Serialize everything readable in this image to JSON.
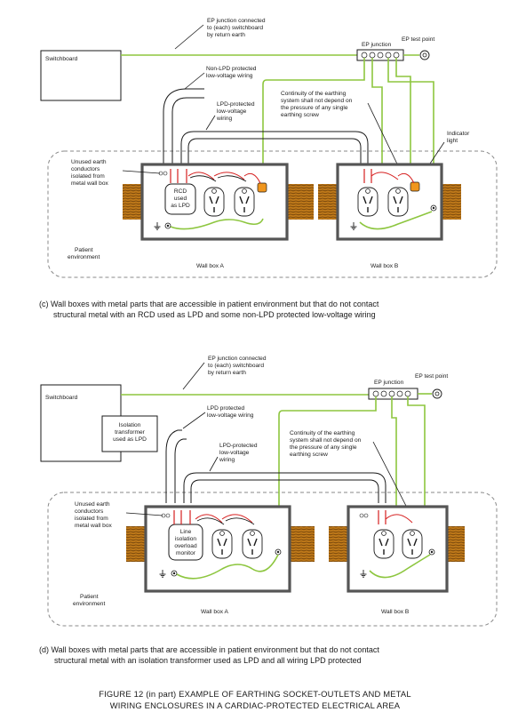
{
  "panel_c": {
    "switchboard": "Switchboard",
    "ep_connected": [
      "EP junction connected",
      "to (each) switchboard",
      "by return earth"
    ],
    "ep_junction": "EP junction",
    "ep_test_point": "EP test point",
    "non_lpd": [
      "Non-LPD protected",
      "low-voltage wiring"
    ],
    "lpd": [
      "LPD-protected",
      "low-voltage",
      "wiring"
    ],
    "continuity": [
      "Continuity of the earthing",
      "system shall not depend on",
      "the pressure of any single",
      "earthing screw"
    ],
    "indicator": [
      "Indicator",
      "light"
    ],
    "unused": [
      "Unused earth",
      "conductors",
      "isolated from",
      "metal wall box"
    ],
    "device": [
      "RCD",
      "used",
      "as LPD"
    ],
    "patient": [
      "Patient",
      "environment"
    ],
    "wallbox_a": "Wall box A",
    "wallbox_b": "Wall box B",
    "caption": [
      "(c)  Wall boxes with metal parts that are accessible in patient environment but that do not contact",
      "structural metal with an RCD used as LPD and some non-LPD protected low-voltage wiring"
    ]
  },
  "panel_d": {
    "switchboard": "Switchboard",
    "ep_connected": [
      "EP junction connected",
      "to (each) switchboard",
      "by return earth"
    ],
    "ep_junction": "EP junction",
    "ep_test_point": "EP test point",
    "isolation": [
      "Isolation",
      "transformer",
      "used as LPD"
    ],
    "lpd_protected": [
      "LPD protected",
      "low-voltage wiring"
    ],
    "lpd": [
      "LPD-protected",
      "low-voltage",
      "wiring"
    ],
    "continuity": [
      "Continuity of the earthing",
      "system shall not depend on",
      "the pressure of any single",
      "earthing screw"
    ],
    "unused": [
      "Unused earth",
      "conductors",
      "isolated from",
      "metal wall box"
    ],
    "device": [
      "Line",
      "isolation",
      "overload",
      "monitor"
    ],
    "patient": [
      "Patient",
      "environment"
    ],
    "wallbox_a": "Wall box A",
    "wallbox_b": "Wall box B",
    "caption": [
      "(d)  Wall boxes with metal parts that are accessible in patient environment but that do not contact",
      "structural metal with an isolation transformer used as LPD and all wiring LPD protected"
    ]
  },
  "figure_title": [
    "FIGURE  12  (in part)   EXAMPLE OF EARTHING SOCKET-OUTLETS AND METAL",
    "WIRING ENCLOSURES IN A CARDIAC-PROTECTED ELECTRICAL AREA"
  ],
  "colors": {
    "earth_green": "#8dc63f",
    "timber": "#c07a1a",
    "indicator": "#f0961e",
    "wire_red": "#d62020"
  }
}
